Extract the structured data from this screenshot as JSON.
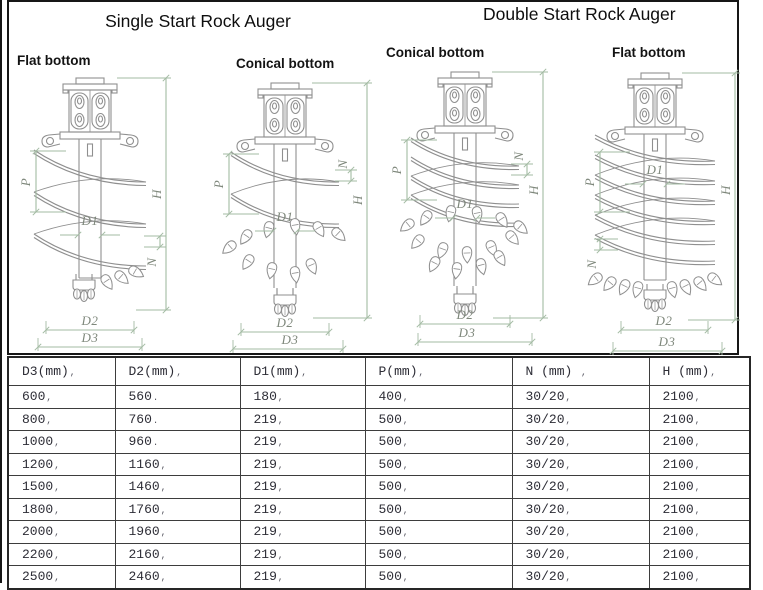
{
  "titles": {
    "left": "Single Start Rock Auger",
    "right": "Double Start Rock Auger"
  },
  "captions": [
    "Flat bottom",
    "Conical bottom",
    "Conical bottom",
    "Flat bottom"
  ],
  "dim_labels": {
    "P": "P",
    "D1": "D1",
    "N": "N",
    "H": "H",
    "D2": "D2",
    "D3": "D3"
  },
  "colors": {
    "drawing_line": "#8f8f8f",
    "dimension_line": "#a3bba3",
    "dimension_label": "#7e877b",
    "table_border": "#3d3d3d",
    "text": "#2d2d36"
  },
  "table": {
    "headers": [
      "D3(mm),",
      "D2(mm),",
      "D1(mm),",
      "P(mm),",
      "N (mm) ,",
      "H (mm),"
    ],
    "rows": [
      [
        "600,",
        "560.",
        "180,",
        "400,",
        "30/20,",
        "2100,"
      ],
      [
        "800,",
        "760.",
        "219,",
        "500,",
        "30/20,",
        "2100,"
      ],
      [
        "1000,",
        "960.",
        "219,",
        "500,",
        "30/20,",
        "2100,"
      ],
      [
        "1200,",
        "1160,",
        "219,",
        "500,",
        "30/20,",
        "2100,"
      ],
      [
        "1500,",
        "1460,",
        "219,",
        "500,",
        "30/20,",
        "2100,"
      ],
      [
        "1800,",
        "1760,",
        "219,",
        "500,",
        "30/20,",
        "2100,"
      ],
      [
        "2000,",
        "1960,",
        "219,",
        "500,",
        "30/20,",
        "2100,"
      ],
      [
        "2200,",
        "2160,",
        "219,",
        "500,",
        "30/20,",
        "2100,"
      ],
      [
        "2500,",
        "2460,",
        "219,",
        "500,",
        "30/20,",
        "2100,"
      ]
    ]
  }
}
